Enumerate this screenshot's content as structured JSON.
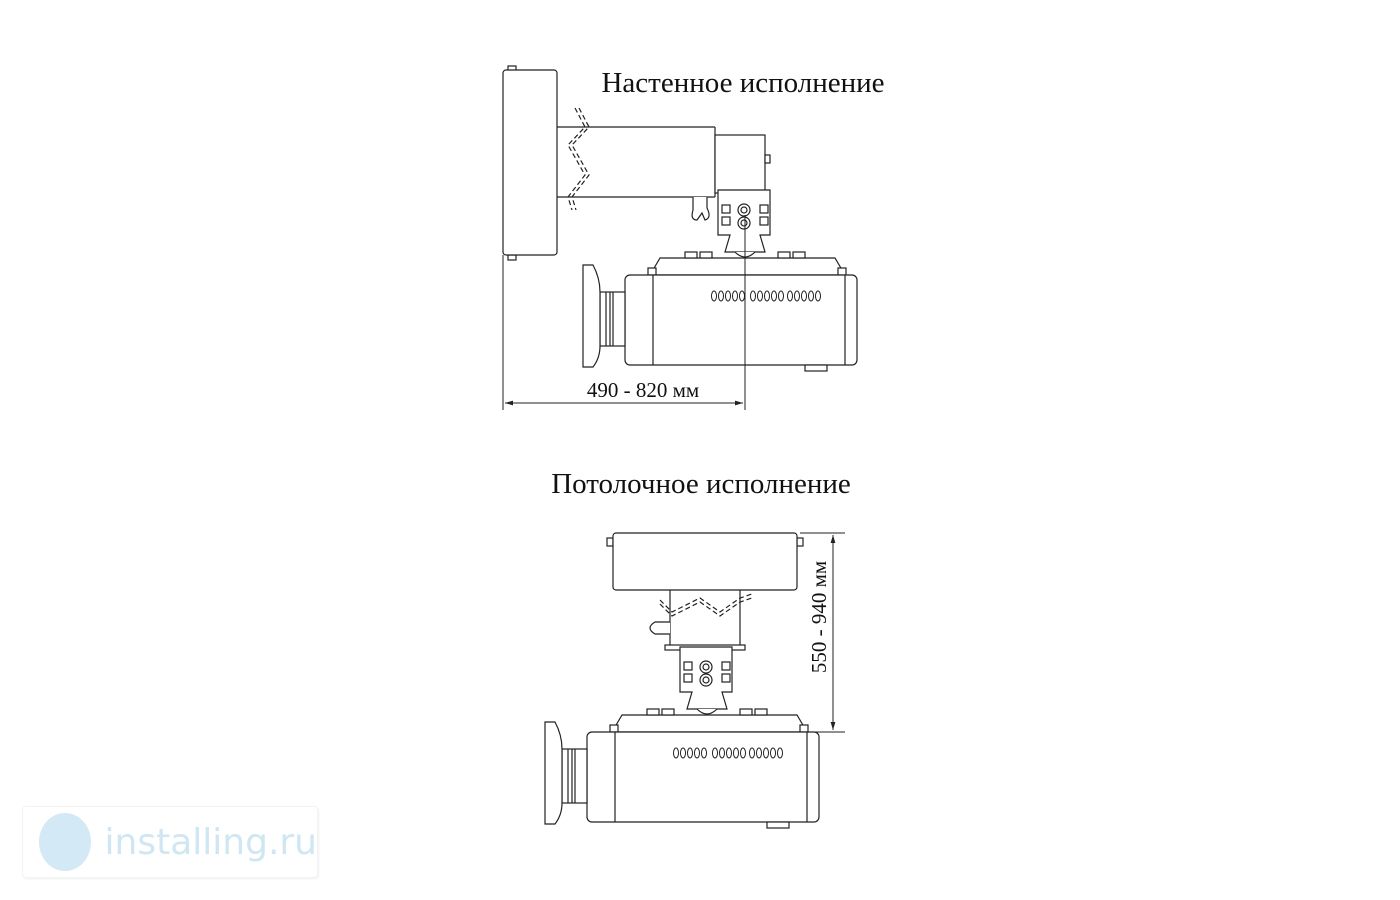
{
  "wall": {
    "title": "Настенное исполнение",
    "dimension": "490 - 820 мм"
  },
  "ceiling": {
    "title": "Потолочное исполнение",
    "dimension": "550 - 940 мм"
  },
  "watermark": {
    "text": "installing.ru",
    "icon": "installing-logo-icon"
  },
  "colors": {
    "line": "#222222",
    "watermark": "#cfe6f3"
  }
}
